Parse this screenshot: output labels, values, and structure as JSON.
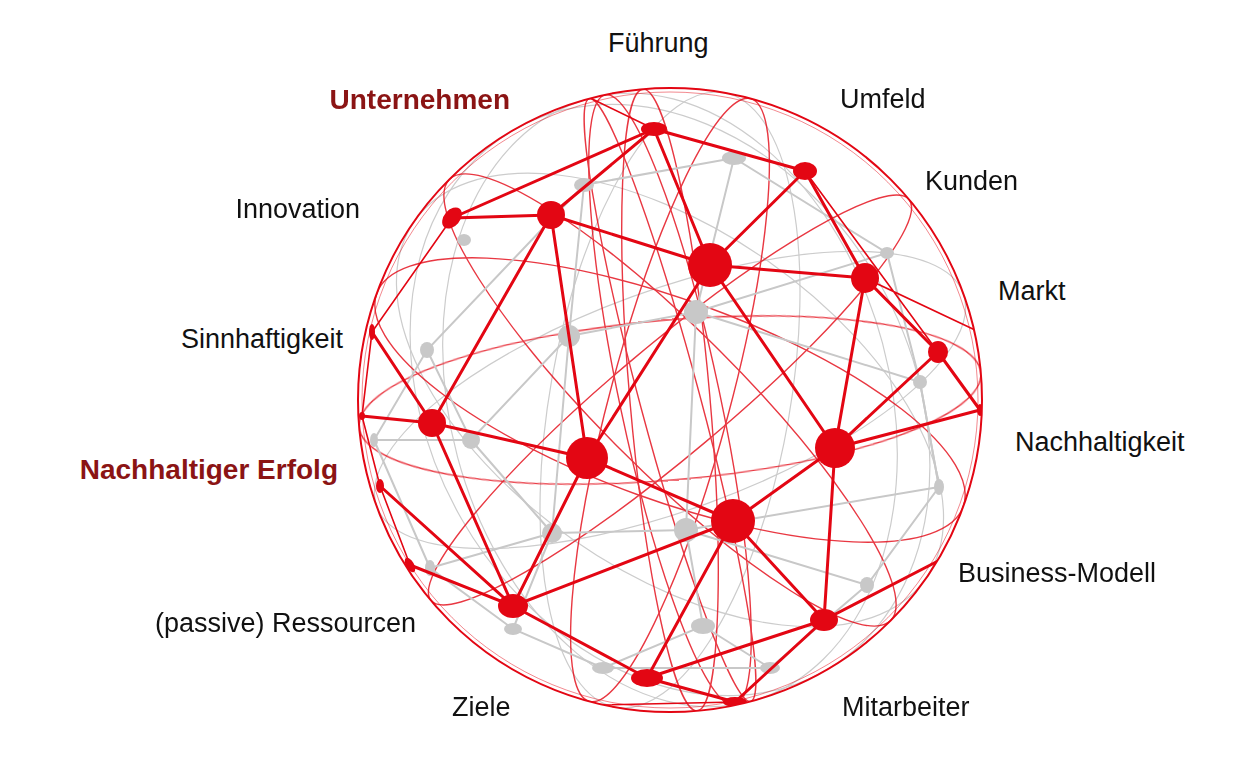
{
  "diagram": {
    "labels": [
      "Führung",
      "Unternehmen",
      "Umfeld",
      "Kunden",
      "Innovation",
      "Markt",
      "Sinnhaftigkeit",
      "Nachhaltigkeit",
      "Nachhaltiger Erfolg",
      "Business-Modell",
      "(passive) Ressourcen",
      "Ziele",
      "Mitarbeiter"
    ]
  }
}
